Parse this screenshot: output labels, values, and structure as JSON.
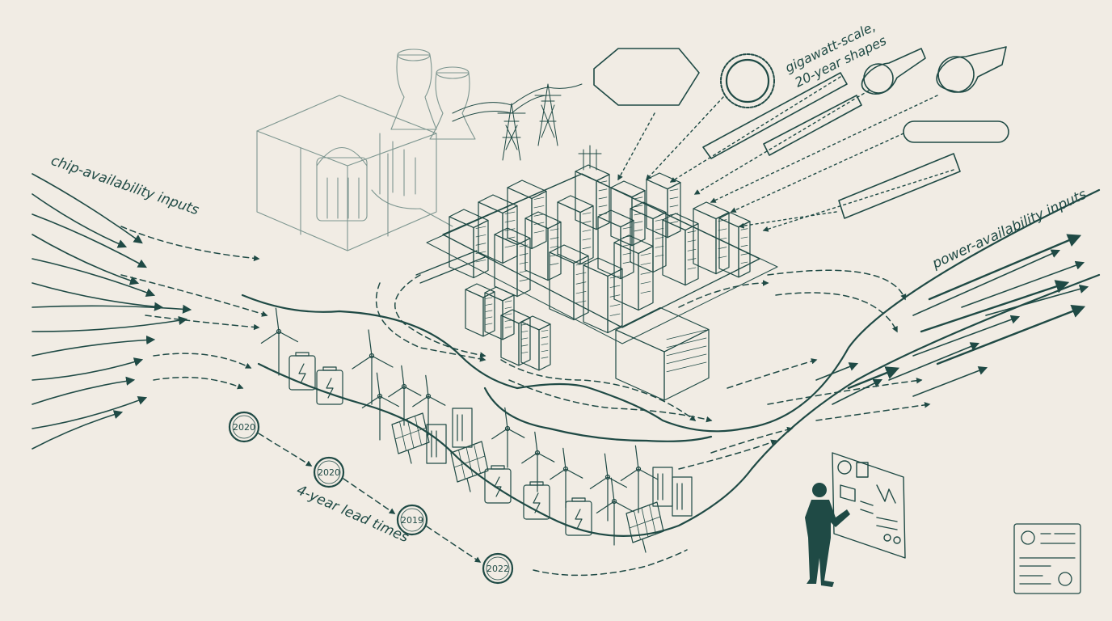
{
  "labels": {
    "chip_inputs": "chip-availability inputs",
    "power_inputs": "power-availability inputs",
    "gigawatt_line1": "gigawatt-scale,",
    "gigawatt_line2": "20-year shapes",
    "lead_times": "4-year lead times"
  },
  "timeline": [
    "2020",
    "2020",
    "2019",
    "2022"
  ],
  "colors": {
    "ink": "#1f4a45",
    "paper": "#f1ece4",
    "faint": "#7d9690"
  },
  "icons": [
    "cooling-tower-icon",
    "reactor-icon",
    "transmission-tower-icon",
    "server-rack-icon",
    "wind-turbine-icon",
    "solar-panel-icon",
    "battery-icon",
    "engineer-silhouette-icon",
    "control-panel-icon",
    "gear-badge-icon"
  ]
}
